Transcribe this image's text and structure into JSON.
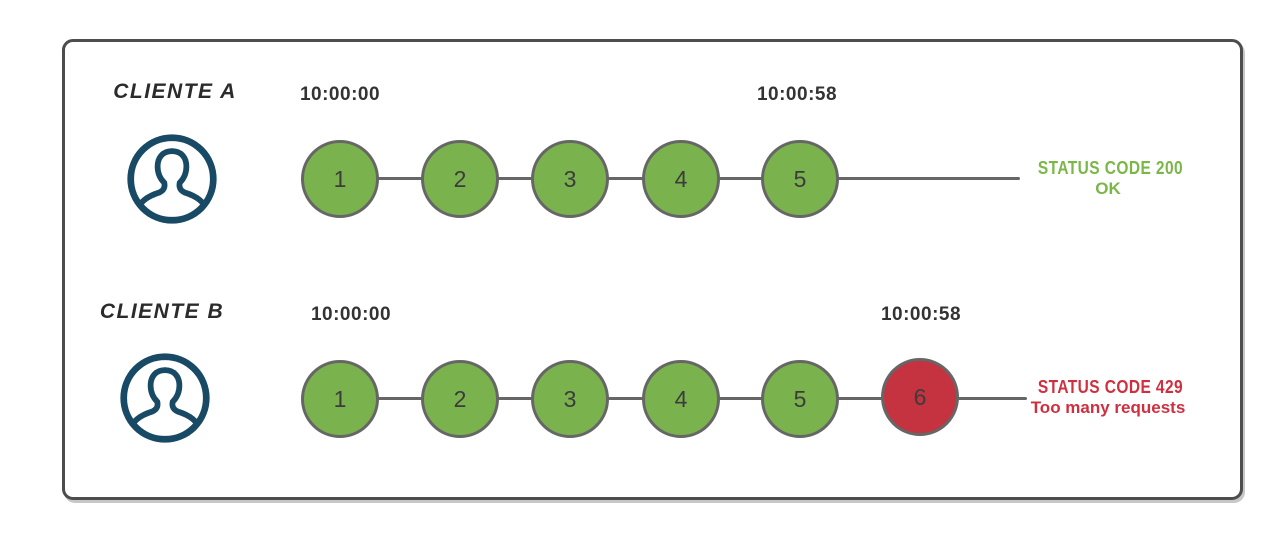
{
  "diagram": {
    "title_semantics": "rate limiting comparison",
    "colors": {
      "allowed_fill": "#7ab24e",
      "blocked_fill": "#c53240",
      "allowed_text": "#7ab648",
      "blocked_text": "#cf2f3f",
      "stroke": "#666666",
      "icon": "#184a66"
    },
    "rows": [
      {
        "client_label": "CLIENTE A",
        "time_start": "10:00:00",
        "time_end": "10:00:58",
        "requests": [
          {
            "label": "1",
            "state": "ok"
          },
          {
            "label": "2",
            "state": "ok"
          },
          {
            "label": "3",
            "state": "ok"
          },
          {
            "label": "4",
            "state": "ok"
          },
          {
            "label": "5",
            "state": "ok"
          }
        ],
        "status": {
          "line1": "STATUS CODE 200",
          "line2": "OK"
        }
      },
      {
        "client_label": "CLIENTE B",
        "time_start": "10:00:00",
        "time_end": "10:00:58",
        "requests": [
          {
            "label": "1",
            "state": "ok"
          },
          {
            "label": "2",
            "state": "ok"
          },
          {
            "label": "3",
            "state": "ok"
          },
          {
            "label": "4",
            "state": "ok"
          },
          {
            "label": "5",
            "state": "ok"
          },
          {
            "label": "6",
            "state": "blocked"
          }
        ],
        "status": {
          "line1": "STATUS CODE 429",
          "line2": "Too many requests"
        }
      }
    ]
  }
}
